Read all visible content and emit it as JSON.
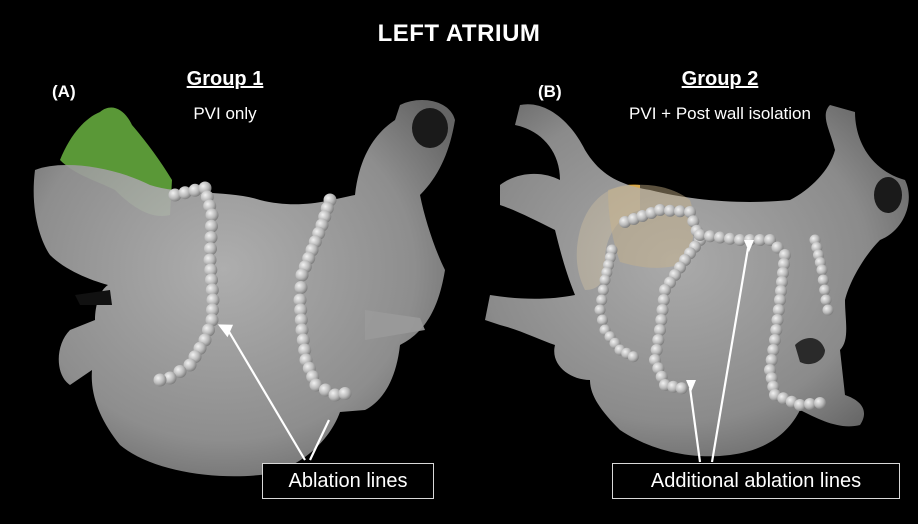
{
  "figure_title": "LEFT ATRIUM",
  "panels": [
    {
      "letter": "(A)",
      "group": "Group 1",
      "description": "PVI only",
      "callout": "Ablation lines"
    },
    {
      "letter": "(B)",
      "group": "Group 2",
      "description": "PVI + Post wall isolation",
      "callout": "Additional ablation lines"
    }
  ],
  "colors": {
    "background": "#000000",
    "atrium_gray": "#a9a9a9",
    "ablation_point": "#c9c9c9",
    "green_structure": "#5fa03a",
    "orange_structure": "#e0a020"
  }
}
